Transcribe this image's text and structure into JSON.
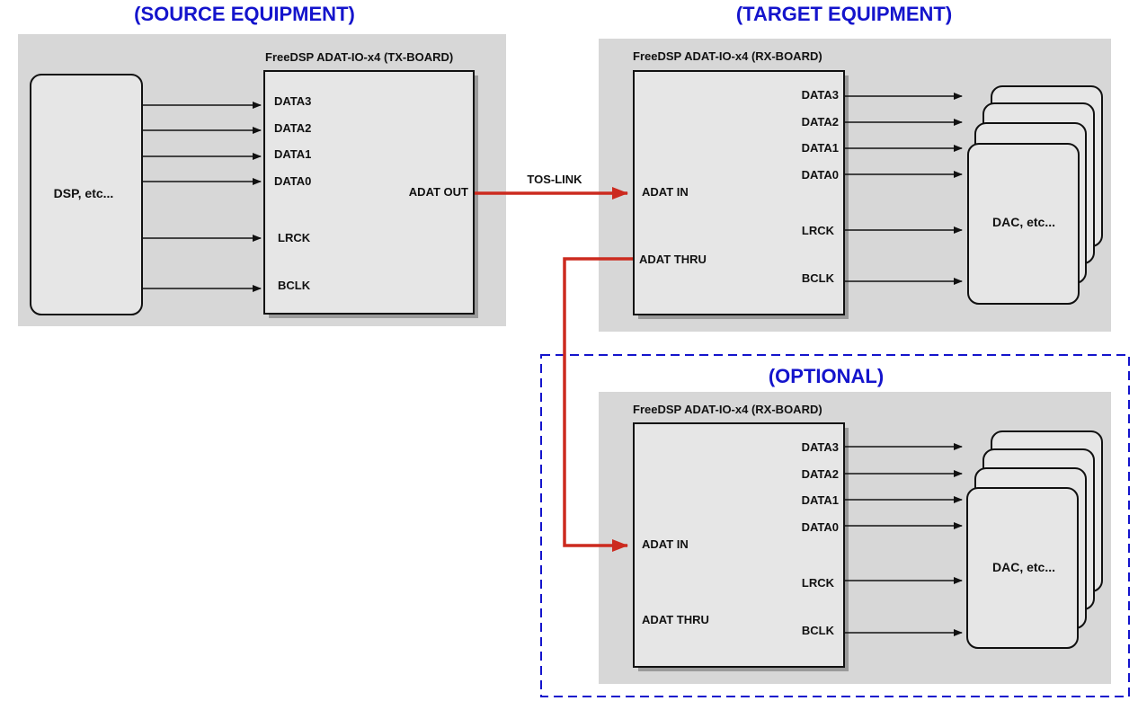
{
  "headings": {
    "source": "(SOURCE EQUIPMENT)",
    "target": "(TARGET EQUIPMENT)",
    "optional": "(OPTIONAL)"
  },
  "tx_board": {
    "title": "FreeDSP ADAT-IO-x4 (TX-BOARD)",
    "inputs": [
      "DATA3",
      "DATA2",
      "DATA1",
      "DATA0",
      "LRCK",
      "BCLK"
    ],
    "output": "ADAT OUT"
  },
  "source_device": {
    "label": "DSP, etc..."
  },
  "link_label": "TOS-LINK",
  "rx_board_1": {
    "title": "FreeDSP ADAT-IO-x4 (RX-BOARD)",
    "input": "ADAT IN",
    "thru": "ADAT THRU",
    "outputs": [
      "DATA3",
      "DATA2",
      "DATA1",
      "DATA0",
      "LRCK",
      "BCLK"
    ]
  },
  "target_device_1": {
    "label": "DAC, etc..."
  },
  "rx_board_2": {
    "title": "FreeDSP ADAT-IO-x4 (RX-BOARD)",
    "input": "ADAT IN",
    "thru": "ADAT THRU",
    "outputs": [
      "DATA3",
      "DATA2",
      "DATA1",
      "DATA0",
      "LRCK",
      "BCLK"
    ]
  },
  "target_device_2": {
    "label": "DAC, etc..."
  },
  "colors": {
    "heading": "#1414cc",
    "adat_link": "#cc2a1f",
    "panel": "#d7d7d7",
    "box": "#e6e6e6",
    "optional_border": "#1414cc"
  }
}
